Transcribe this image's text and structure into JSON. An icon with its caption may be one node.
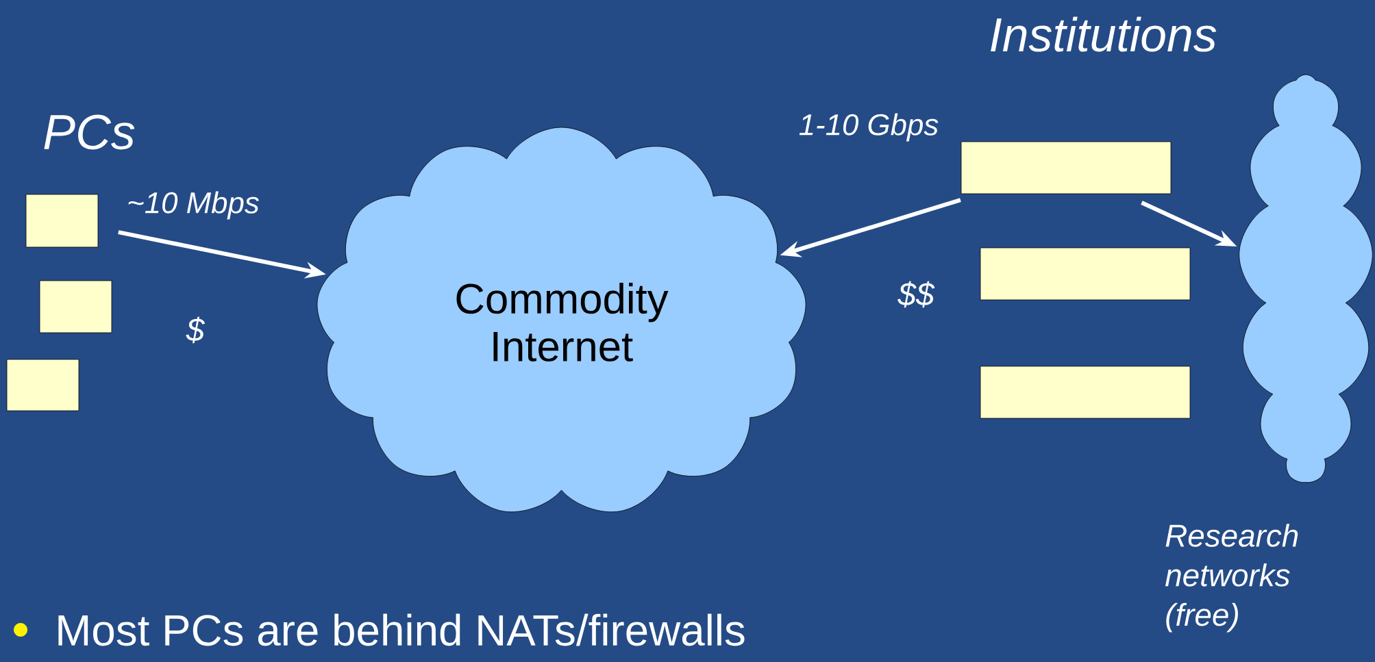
{
  "diagram": {
    "nodes": [
      {
        "text": [],
        "shape": "box"
      },
      {
        "text": [],
        "shape": "box"
      },
      {
        "text": [],
        "shape": "box"
      },
      {
        "text": [
          "Commodity Internet"
        ]
      },
      {
        "text": [],
        "shape": "box"
      },
      {
        "text": [],
        "shape": "box"
      },
      {
        "text": [],
        "shape": "box"
      },
      {
        "text": [],
        "shape": "cloud",
        "beside": [
          "Research networks (free)"
        ]
      }
    ],
    "edges": [
      {
        "from": 0,
        "to": 3,
        "arrow": "to",
        "label": "~10 Mbps"
      },
      {
        "from": 4,
        "to": 3,
        "arrow": "to",
        "label": "1-10 Gbps"
      },
      {
        "from": 4,
        "to": 7,
        "arrow": "to"
      }
    ],
    "labels": [
      "Institutions",
      "PCs",
      "$",
      "$$",
      "Most PCs are behind NATs/firewalls"
    ]
  }
}
